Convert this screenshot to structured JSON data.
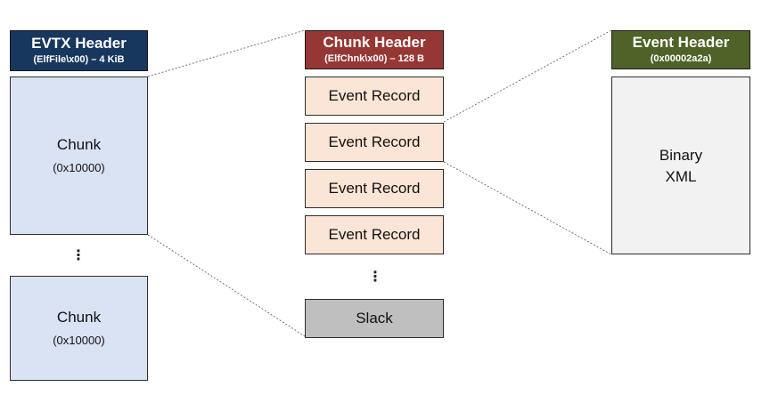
{
  "evtx_header": {
    "title": "EVTX Header",
    "subtitle": "(ElfFile\\x00) – 4 KiB"
  },
  "chunks": [
    {
      "label": "Chunk",
      "size": "(0x10000)"
    },
    {
      "label": "Chunk",
      "size": "(0x10000)"
    }
  ],
  "chunk_header": {
    "title": "Chunk Header",
    "subtitle": "(ElfChnk\\x00) – 128 B"
  },
  "event_records": [
    "Event Record",
    "Event Record",
    "Event Record",
    "Event Record"
  ],
  "slack": "Slack",
  "event_header": {
    "title": "Event Header",
    "subtitle": "(0x00002a2a)"
  },
  "binary_xml": {
    "line1": "Binary",
    "line2": "XML"
  },
  "ellipsis": "⋮"
}
